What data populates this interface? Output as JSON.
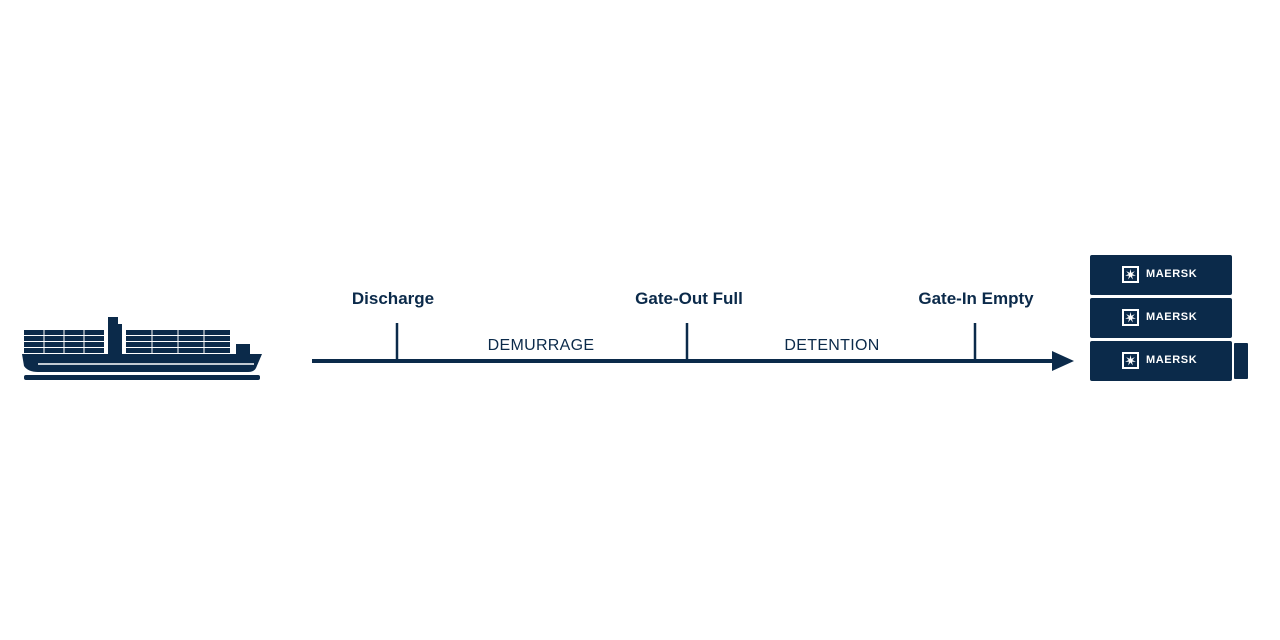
{
  "diagram": {
    "milestones": [
      {
        "label": "Discharge"
      },
      {
        "label": "Gate-Out Full"
      },
      {
        "label": "Gate-In Empty"
      }
    ],
    "periods": [
      {
        "label": "DEMURRAGE"
      },
      {
        "label": "DETENTION"
      }
    ],
    "containers": [
      {
        "brand": "MAERSK"
      },
      {
        "brand": "MAERSK"
      },
      {
        "brand": "MAERSK"
      }
    ]
  },
  "colors": {
    "primary": "#0b2a4a",
    "background": "#ffffff",
    "logo_star_bg": "#ffffff"
  },
  "icons": [
    "container-ship-icon",
    "maersk-star-icon"
  ]
}
